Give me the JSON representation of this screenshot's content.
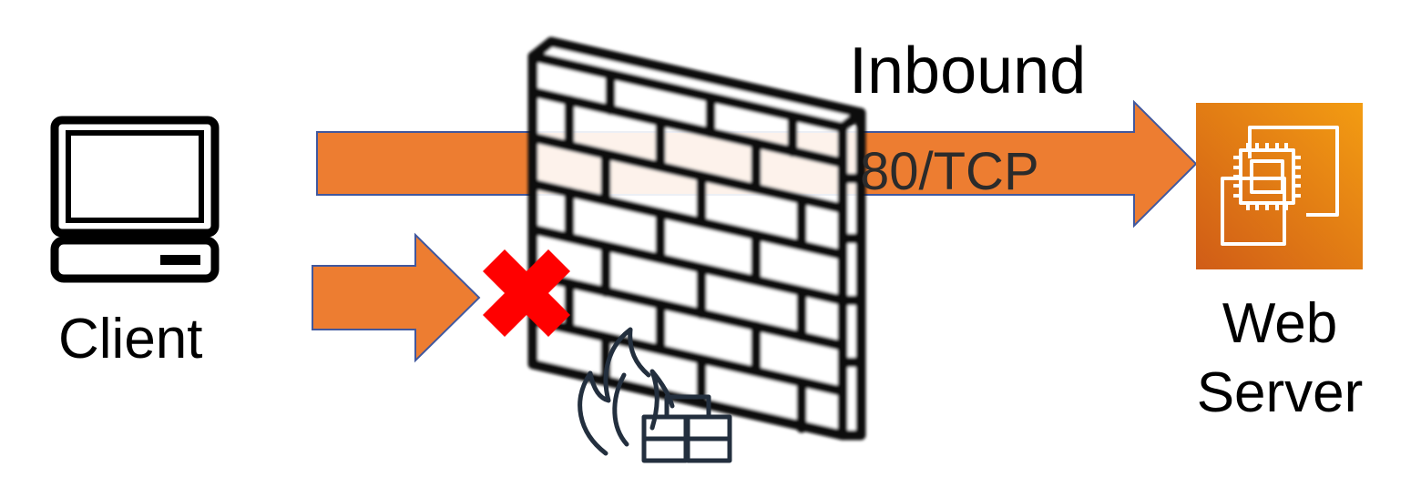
{
  "diagram": {
    "inbound_label": "Inbound",
    "port_label": "80/TCP",
    "client_label": "Client",
    "server_label_line1": "Web",
    "server_label_line2": "Server"
  },
  "icons": {
    "client": "desktop-computer-icon",
    "firewall": "brick-wall-icon",
    "firewall_service": "firewall-flame-icon",
    "blocked": "red-x-icon",
    "server": "ec2-instance-icon"
  },
  "colors": {
    "arrow_fill": "#ED7D31",
    "arrow_stroke": "#41589E",
    "blocked_x": "#FF0000",
    "server_gradient_top": "#F39C12",
    "server_gradient_bottom": "#D05C17",
    "firewall_icon_stroke": "#232F3E"
  }
}
